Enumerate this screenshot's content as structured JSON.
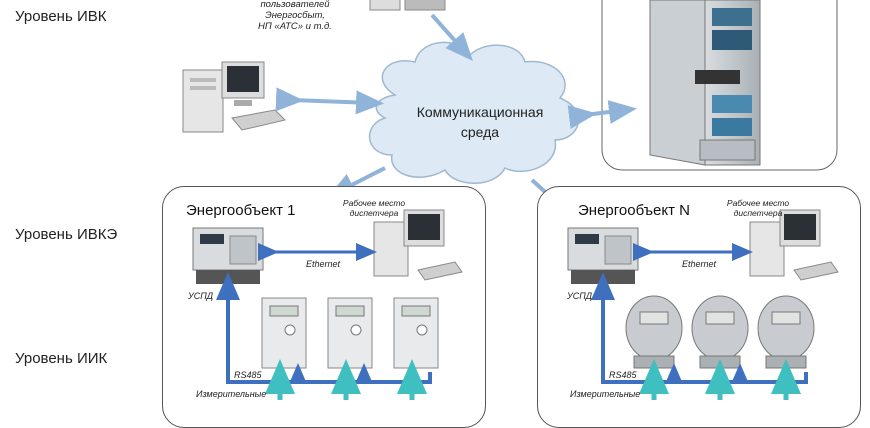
{
  "levels": {
    "ivk": "Уровень ИВК",
    "ivke": "Уровень ИВКЭ",
    "iik": "Уровень ИИК"
  },
  "top_note": {
    "line1": "пользователей",
    "line2": "Энергосбыт,",
    "line3": "НП «АТС» и т.д."
  },
  "cloud": {
    "line1": "Коммуникационная",
    "line2": "среда"
  },
  "objects": [
    {
      "title": "Энергообъект 1",
      "workplace_line1": "Рабочее место",
      "workplace_line2": "диспетчера",
      "ethernet": "Ethernet",
      "uspd": "УСПД",
      "rs485": "RS485",
      "measuring": "Измерительные"
    },
    {
      "title": "Энергообъект N",
      "workplace_line1": "Рабочее место",
      "workplace_line2": "диспетчера",
      "ethernet": "Ethernet",
      "uspd": "УСПД",
      "rs485": "RS485",
      "measuring": "Измерительные"
    }
  ],
  "colors": {
    "link_arrow": "#8fb3d9",
    "rs485_bus": "#3f6fbf",
    "measure_lines": "#3fbfbf"
  }
}
